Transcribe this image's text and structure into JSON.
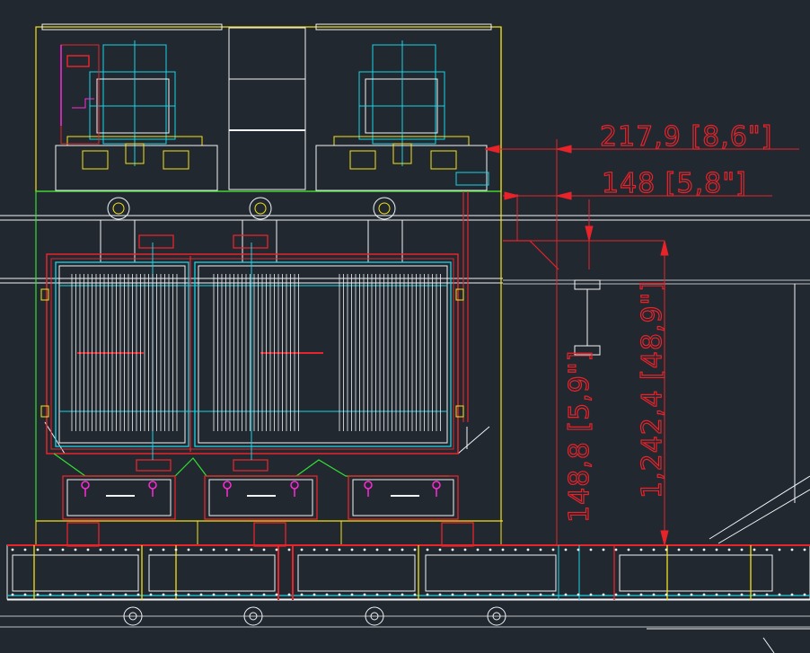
{
  "drawing": {
    "background": "#212830",
    "colors": {
      "red": "#e8232a",
      "cyan": "#19d3e6",
      "white": "#f2f4f6",
      "yellow": "#f5e21a",
      "green": "#33e033",
      "magenta": "#ff2bd6",
      "grey": "#8a8f96"
    }
  },
  "dimensions": {
    "top_width": "217,9 [8,6\"]",
    "second_width": "148 [5,8\"]",
    "left_vertical": "148,8 [5,9\"]",
    "right_vertical": "1,242,4 [48,9\"]"
  }
}
